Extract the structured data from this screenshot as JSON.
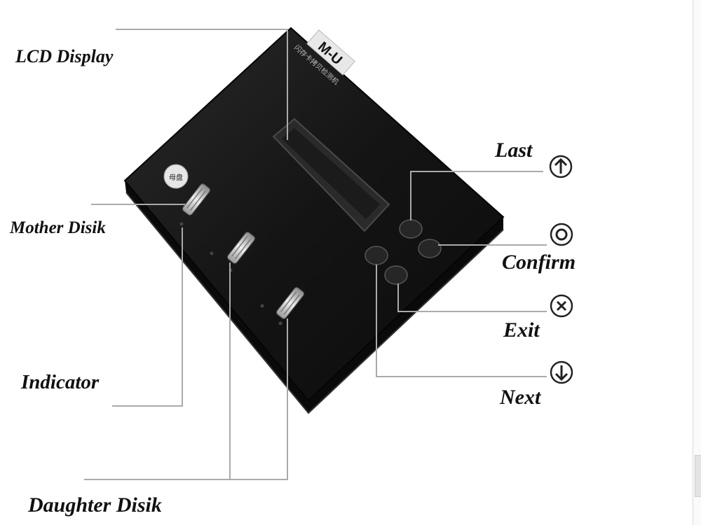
{
  "labels": {
    "lcd_display": "LCD Display",
    "mother_disk": "Mother Disik",
    "indicator": "Indicator",
    "daughter_disk": "Daughter Disik",
    "last": "Last",
    "confirm": "Confirm",
    "exit": "Exit",
    "next": "Next"
  },
  "device": {
    "brand": "M-U",
    "subtitle": "闪存卡拷贝检测机",
    "badge": "母盘",
    "body_color": "#151515",
    "screen_color": "#1d1d1d"
  },
  "icons": {
    "last": "arrow-up-icon",
    "confirm": "circle-icon",
    "exit": "cross-icon",
    "next": "arrow-down-icon"
  }
}
